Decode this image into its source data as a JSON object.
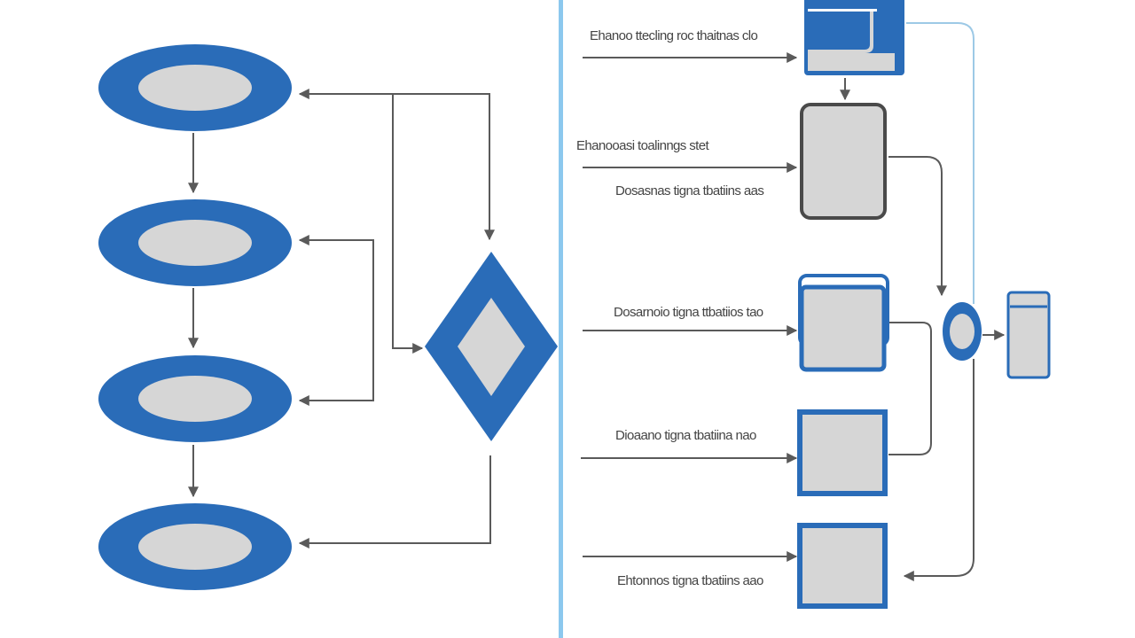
{
  "colors": {
    "blue": "#2a6cb8",
    "fill": "#d6d6d6",
    "dark_stroke": "#4a4a4a",
    "arrow": "#5a5a5a",
    "divider": "#8cc8ee",
    "connector_light": "#9dc9e6",
    "background": "#ffffff"
  },
  "labels": {
    "top": "Ehanoo ttecling roc thaitnas clo",
    "second": "Ehanooasi toalinngs stet",
    "third": "Dosasnas tigna tbatiins aas",
    "fourth": "Dosarnoio tigna ttbatiios tao",
    "fifth": "Dioaano tigna tbatiina nao",
    "sixth": "Ehtonnos tigna tbatiins aao"
  }
}
